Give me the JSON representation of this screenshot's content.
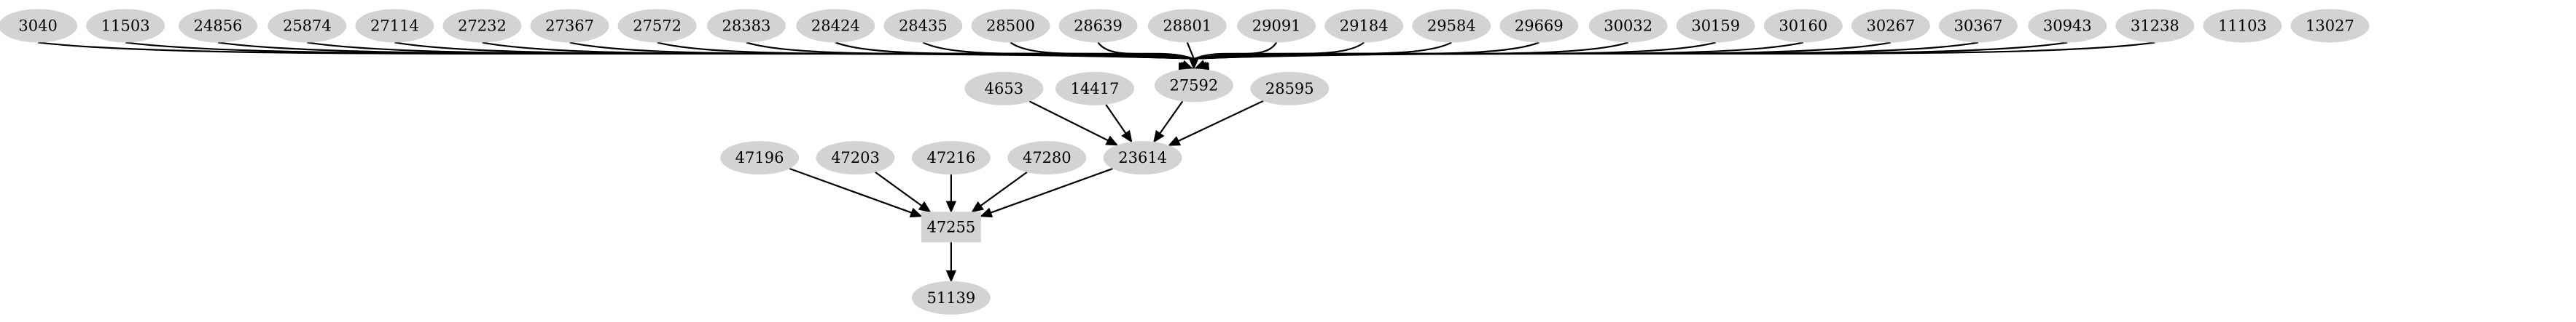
{
  "graph": {
    "nodes": [
      {
        "id": "3040",
        "label": "3040",
        "shape": "ellipse"
      },
      {
        "id": "11503",
        "label": "11503",
        "shape": "ellipse"
      },
      {
        "id": "24856",
        "label": "24856",
        "shape": "ellipse"
      },
      {
        "id": "25874",
        "label": "25874",
        "shape": "ellipse"
      },
      {
        "id": "27114",
        "label": "27114",
        "shape": "ellipse"
      },
      {
        "id": "27232",
        "label": "27232",
        "shape": "ellipse"
      },
      {
        "id": "27367",
        "label": "27367",
        "shape": "ellipse"
      },
      {
        "id": "27572",
        "label": "27572",
        "shape": "ellipse"
      },
      {
        "id": "28383",
        "label": "28383",
        "shape": "ellipse"
      },
      {
        "id": "28424",
        "label": "28424",
        "shape": "ellipse"
      },
      {
        "id": "28435",
        "label": "28435",
        "shape": "ellipse"
      },
      {
        "id": "28500",
        "label": "28500",
        "shape": "ellipse"
      },
      {
        "id": "28639",
        "label": "28639",
        "shape": "ellipse"
      },
      {
        "id": "28801",
        "label": "28801",
        "shape": "ellipse"
      },
      {
        "id": "29091",
        "label": "29091",
        "shape": "ellipse"
      },
      {
        "id": "29184",
        "label": "29184",
        "shape": "ellipse"
      },
      {
        "id": "29584",
        "label": "29584",
        "shape": "ellipse"
      },
      {
        "id": "29669",
        "label": "29669",
        "shape": "ellipse"
      },
      {
        "id": "30032",
        "label": "30032",
        "shape": "ellipse"
      },
      {
        "id": "30159",
        "label": "30159",
        "shape": "ellipse"
      },
      {
        "id": "30160",
        "label": "30160",
        "shape": "ellipse"
      },
      {
        "id": "30267",
        "label": "30267",
        "shape": "ellipse"
      },
      {
        "id": "30367",
        "label": "30367",
        "shape": "ellipse"
      },
      {
        "id": "30943",
        "label": "30943",
        "shape": "ellipse"
      },
      {
        "id": "31238",
        "label": "31238",
        "shape": "ellipse"
      },
      {
        "id": "11103",
        "label": "11103",
        "shape": "ellipse"
      },
      {
        "id": "13027",
        "label": "13027",
        "shape": "ellipse"
      },
      {
        "id": "27592",
        "label": "27592",
        "shape": "ellipse"
      },
      {
        "id": "4653",
        "label": "4653",
        "shape": "ellipse"
      },
      {
        "id": "14417",
        "label": "14417",
        "shape": "ellipse"
      },
      {
        "id": "28595",
        "label": "28595",
        "shape": "ellipse"
      },
      {
        "id": "23614",
        "label": "23614",
        "shape": "ellipse"
      },
      {
        "id": "47196",
        "label": "47196",
        "shape": "ellipse"
      },
      {
        "id": "47203",
        "label": "47203",
        "shape": "ellipse"
      },
      {
        "id": "47216",
        "label": "47216",
        "shape": "ellipse"
      },
      {
        "id": "47280",
        "label": "47280",
        "shape": "ellipse"
      },
      {
        "id": "47255",
        "label": "47255",
        "shape": "box"
      },
      {
        "id": "51139",
        "label": "51139",
        "shape": "ellipse"
      }
    ],
    "edges": [
      {
        "from": "3040",
        "to": "27592"
      },
      {
        "from": "11503",
        "to": "27592"
      },
      {
        "from": "24856",
        "to": "27592"
      },
      {
        "from": "25874",
        "to": "27592"
      },
      {
        "from": "27114",
        "to": "27592"
      },
      {
        "from": "27232",
        "to": "27592"
      },
      {
        "from": "27367",
        "to": "27592"
      },
      {
        "from": "27572",
        "to": "27592"
      },
      {
        "from": "28383",
        "to": "27592"
      },
      {
        "from": "28424",
        "to": "27592"
      },
      {
        "from": "28435",
        "to": "27592"
      },
      {
        "from": "28500",
        "to": "27592"
      },
      {
        "from": "28639",
        "to": "27592"
      },
      {
        "from": "28801",
        "to": "27592"
      },
      {
        "from": "29091",
        "to": "27592"
      },
      {
        "from": "29184",
        "to": "27592"
      },
      {
        "from": "29584",
        "to": "27592"
      },
      {
        "from": "29669",
        "to": "27592"
      },
      {
        "from": "30032",
        "to": "27592"
      },
      {
        "from": "30159",
        "to": "27592"
      },
      {
        "from": "30160",
        "to": "27592"
      },
      {
        "from": "30267",
        "to": "27592"
      },
      {
        "from": "30367",
        "to": "27592"
      },
      {
        "from": "30943",
        "to": "27592"
      },
      {
        "from": "31238",
        "to": "27592"
      },
      {
        "from": "27592",
        "to": "23614"
      },
      {
        "from": "4653",
        "to": "23614"
      },
      {
        "from": "14417",
        "to": "23614"
      },
      {
        "from": "28595",
        "to": "23614"
      },
      {
        "from": "23614",
        "to": "47255"
      },
      {
        "from": "47196",
        "to": "47255"
      },
      {
        "from": "47203",
        "to": "47255"
      },
      {
        "from": "47216",
        "to": "47255"
      },
      {
        "from": "47280",
        "to": "47255"
      },
      {
        "from": "47255",
        "to": "51139"
      }
    ]
  },
  "colors": {
    "node_fill": "#d3d3d3",
    "edge": "#000000",
    "text": "#000000",
    "background": "#ffffff"
  }
}
